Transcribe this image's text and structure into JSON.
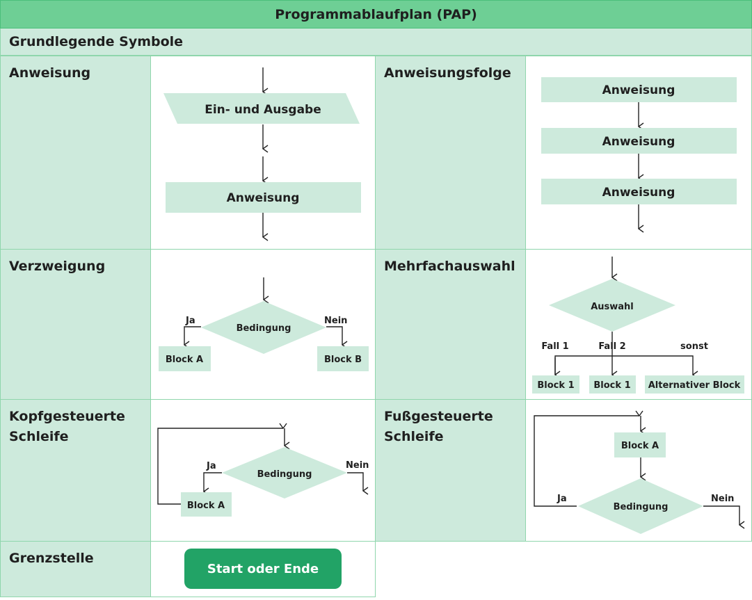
{
  "title": "Programmablaufplan (PAP)",
  "subtitle": "Grundlegende Symbole",
  "sections": {
    "anweisung": {
      "label": "Anweisung",
      "io_label": "Ein- und Ausgabe",
      "stmt_label": "Anweisung"
    },
    "anweisungsfolge": {
      "label": "Anweisungsfolge",
      "items": [
        "Anweisung",
        "Anweisung",
        "Anweisung"
      ]
    },
    "verzweigung": {
      "label": "Verzweigung",
      "condition": "Bedingung",
      "yes": "Ja",
      "no": "Nein",
      "block_a": "Block A",
      "block_b": "Block B"
    },
    "mehrfachauswahl": {
      "label": "Mehrfachauswahl",
      "selector": "Auswahl",
      "case1": "Fall 1",
      "case2": "Fall 2",
      "otherwise": "sonst",
      "block1": "Block 1",
      "block2": "Block 1",
      "alt_block": "Alternativer Block"
    },
    "kopfgesteuert": {
      "label": "Kopfgesteuerte Schleife",
      "condition": "Bedingung",
      "yes": "Ja",
      "no": "Nein",
      "block": "Block A"
    },
    "fussgesteuert": {
      "label": "Fußgesteuerte Schleife",
      "block": "Block A",
      "condition": "Bedingung",
      "yes": "Ja",
      "no": "Nein"
    },
    "grenzstelle": {
      "label": "Grenzstelle",
      "terminal": "Start oder Ende"
    }
  },
  "colors": {
    "header": "#6ecf95",
    "light": "#cdeadc",
    "terminal": "#22a366",
    "border": "#8fd6ac"
  }
}
